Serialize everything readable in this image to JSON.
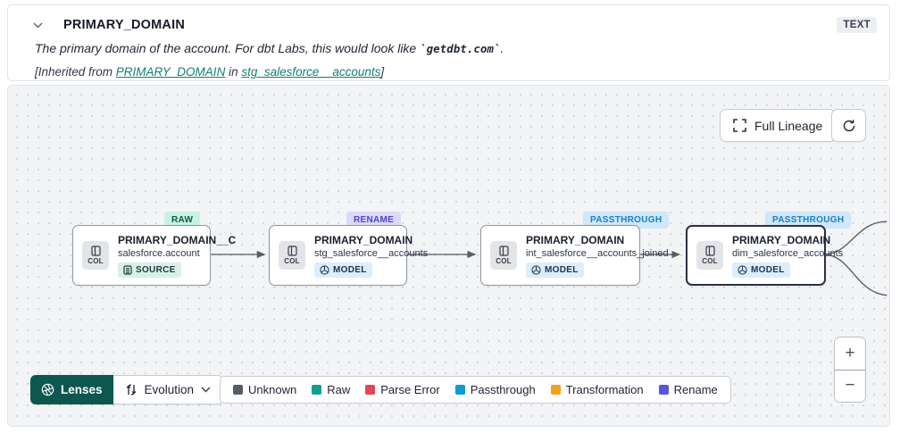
{
  "header": {
    "title": "PRIMARY_DOMAIN",
    "badge": "TEXT",
    "description": {
      "prefix": "The primary domain of the account. For dbt Labs, this would look like ",
      "code": "`getdbt.com`",
      "suffix": "."
    },
    "inherited": {
      "prefix": "[Inherited from ",
      "column_link": "PRIMARY_DOMAIN",
      "middle": " in ",
      "model_link": "stg_salesforce__accounts",
      "suffix": "]"
    }
  },
  "canvas": {
    "controls": {
      "full_lineage": "Full Lineage",
      "zoom_in": "+",
      "zoom_out": "−"
    },
    "nodes": [
      {
        "status": "RAW",
        "status_bg": "#c7f2e2",
        "status_color": "#14594a",
        "title": "PRIMARY_DOMAIN__C",
        "subtitle": "salesforce.account",
        "resource_type": "SOURCE",
        "col_label": "COL"
      },
      {
        "status": "RENAME",
        "status_bg": "#dcd8f9",
        "status_color": "#4a47c8",
        "title": "PRIMARY_DOMAIN",
        "subtitle": "stg_salesforce__accounts",
        "resource_type": "MODEL",
        "col_label": "COL"
      },
      {
        "status": "PASSTHROUGH",
        "status_bg": "#cfe7f8",
        "status_color": "#1c7fc6",
        "title": "PRIMARY_DOMAIN",
        "subtitle": "int_salesforce__accounts_joined",
        "resource_type": "MODEL",
        "col_label": "COL"
      },
      {
        "status": "PASSTHROUGH",
        "status_bg": "#cfe7f8",
        "status_color": "#1c7fc6",
        "title": "PRIMARY_DOMAIN",
        "subtitle": "dim_salesforce_accounts",
        "resource_type": "MODEL",
        "col_label": "COL"
      }
    ]
  },
  "toolbar": {
    "lenses_label": "Lenses",
    "lens_dropdown_value": "Evolution",
    "legend": [
      {
        "label": "Unknown",
        "color": "#565c66"
      },
      {
        "label": "Raw",
        "color": "#10a08e"
      },
      {
        "label": "Parse Error",
        "color": "#e2484f"
      },
      {
        "label": "Passthrough",
        "color": "#0f9bd7"
      },
      {
        "label": "Transformation",
        "color": "#f0a21a"
      },
      {
        "label": "Rename",
        "color": "#5a57d9"
      }
    ]
  }
}
